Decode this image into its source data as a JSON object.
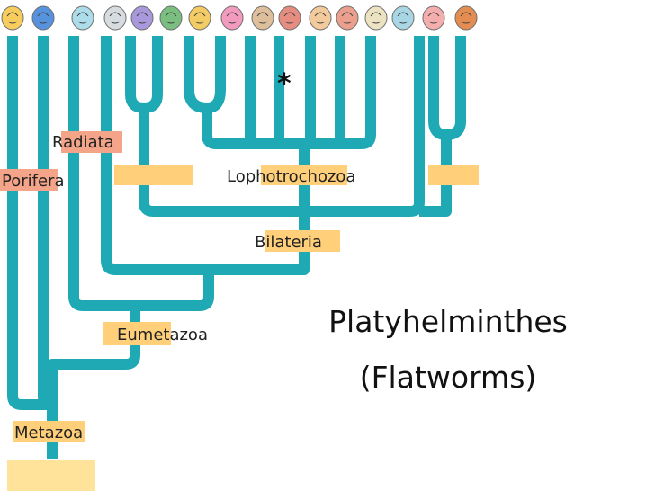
{
  "labels": {
    "porifera": "Porifera",
    "radiata": "Radiata",
    "lophotrochozoa": "Lophotrochozoa",
    "bilateria": "Bilateria",
    "eumetazoa": "Eumetazoa",
    "metazoa": "Metazoa"
  },
  "title": {
    "line1": "Platyhelminthes",
    "line2": "(Flatworms)"
  },
  "marker": "*",
  "colors": {
    "branch": "#1fa9b5",
    "highlight_yellow": "#ffe39a",
    "highlight_orange": "#ffcf7a",
    "highlight_salmon": "#f4a488"
  },
  "taxa_icons": [
    "sponge-icon",
    "coral-icon",
    "jellyfish-icon",
    "hydra-icon",
    "starfish-icon",
    "salamander-icon",
    "tunicate-icon",
    "annelid-icon",
    "flatworm-icon",
    "rotifer-icon",
    "snail-icon",
    "earthworm-icon",
    "clam-icon",
    "nematode-icon",
    "roundworm-icon",
    "crab-icon"
  ]
}
